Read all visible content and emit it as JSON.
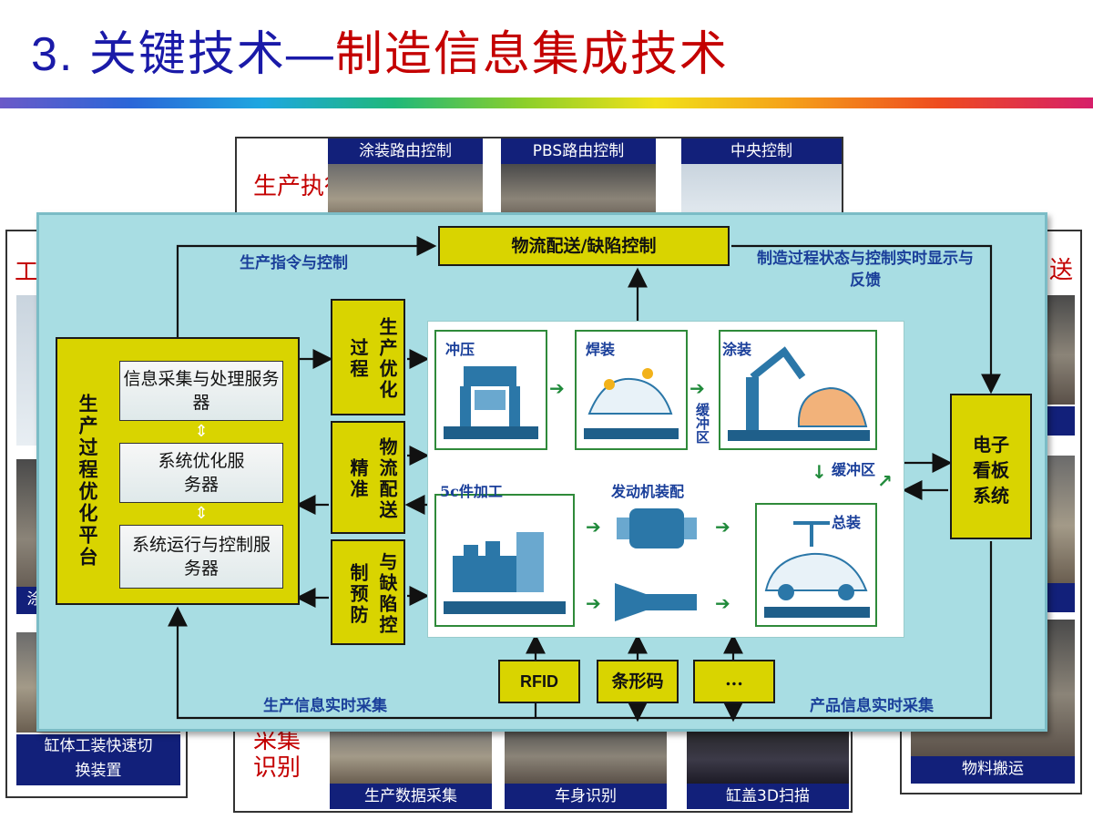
{
  "title": {
    "part1": "3. 关键技术—",
    "part2": "制造信息集成技术"
  },
  "background_frames": {
    "top": {
      "label": "生产执行",
      "captions": [
        "涂装路由控制",
        "PBS路由控制",
        "中央控制"
      ]
    },
    "left": {
      "label": "工",
      "captions": [
        "缸体工装快速切换装置"
      ],
      "partial": [
        "涂"
      ]
    },
    "right": {
      "label": "送",
      "captions": [
        "物料搬运"
      ]
    },
    "bottom": {
      "label": "采集识别",
      "captions": [
        "生产数据采集",
        "车身识别",
        "缸盖3D扫描"
      ]
    }
  },
  "diagram": {
    "top_box": "物流配送/缺陷控制",
    "top_left_label": "生产指令与控制",
    "top_right_label": "制造过程状态与控制实时显示与反馈",
    "platform": "生产过程优化平台",
    "servers": [
      "信息采集与处理服务器",
      "系统优化服务器",
      "系统运行与控制服务器"
    ],
    "middle_boxes": [
      "生产优化过程",
      "物流配送精准",
      "与缺陷控制预防"
    ],
    "processes": [
      "冲压",
      "焊装",
      "涂装",
      "5c件加工",
      "发动机装配",
      "总装"
    ],
    "buffers": [
      "缓冲区",
      "缓冲区"
    ],
    "right_box": "电子看板系统",
    "bottom_boxes": [
      "RFID",
      "条形码",
      "..."
    ],
    "bottom_left_label": "生产信息实时采集",
    "bottom_right_label": "产品信息实时采集"
  },
  "colors": {
    "title_blue": "#1a1aa8",
    "title_red": "#c40000",
    "panel": "#a8dde3",
    "yellow_box": "#d9d400",
    "caption_bg": "#12207a",
    "label_blue": "#1a3f9a"
  }
}
